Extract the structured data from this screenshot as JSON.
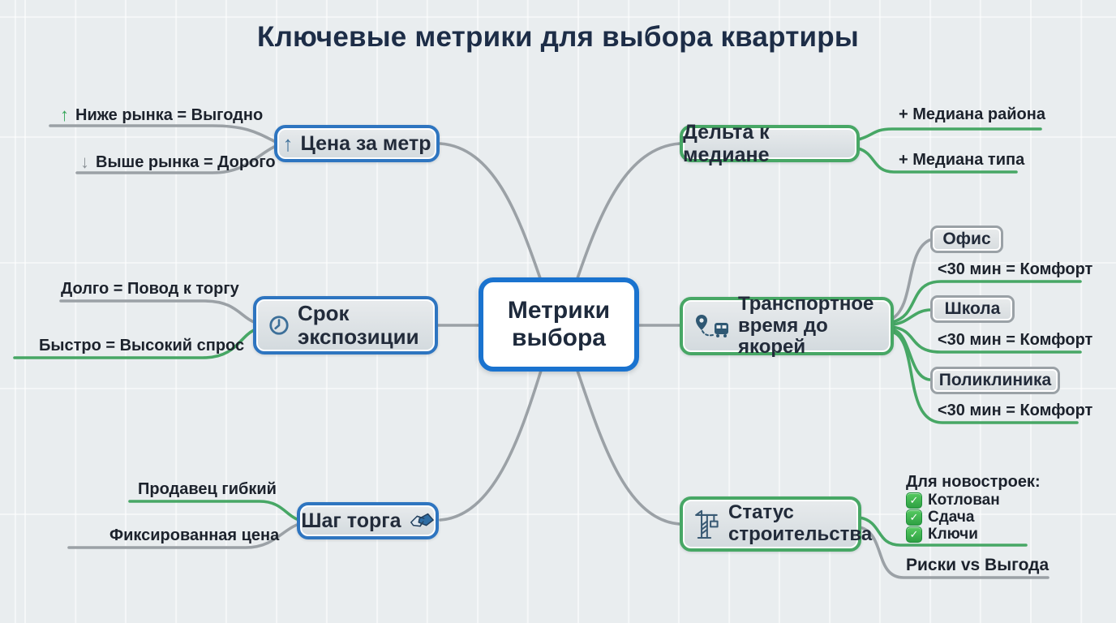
{
  "title": "Ключевые метрики для выбора квартиры",
  "center": {
    "label": "Метрики выбора"
  },
  "glyphs": {
    "check": "✓",
    "arrow_up": "↑",
    "arrow_down": "↓"
  },
  "colors": {
    "background": "#e9edef",
    "blue_border": "#2e75c0",
    "green_border": "#47a765",
    "gray_connector": "#9ba1a6",
    "green_connector": "#47a765",
    "title_text": "#1d2d47",
    "check_green": "#2ea043"
  },
  "branches": {
    "price": {
      "label": "Цена за метр",
      "icon": "arrow-up-icon",
      "leaves": [
        {
          "text": "Ниже рынка = Выгодно"
        },
        {
          "text": "Выше рынка = Дорого"
        }
      ]
    },
    "exposure": {
      "label": "Срок экспозиции",
      "icon": "clock-icon",
      "leaves": [
        {
          "text": "Долго = Повод к торгу"
        },
        {
          "text": "Быстро = Высокий спрос"
        }
      ]
    },
    "bargain": {
      "label": "Шаг торга",
      "icon": "handshake-icon",
      "leaves": [
        {
          "text": "Продавец гибкий"
        },
        {
          "text": "Фиксированная цена"
        }
      ]
    },
    "delta": {
      "label": "Дельта к медиане",
      "leaves": [
        {
          "text": "+ Медиана района"
        },
        {
          "text": "+ Медиана типа"
        }
      ]
    },
    "transport": {
      "label": "Транспортное время до якорей",
      "icon": "transit-icon",
      "anchors": [
        {
          "name": "Офис",
          "note": "<30 мин = Комфорт"
        },
        {
          "name": "Школа",
          "note": "<30 мин = Комфорт"
        },
        {
          "name": "Поликлиника",
          "note": "<30 мин = Комфорт"
        }
      ]
    },
    "construction": {
      "label": "Статус строительства",
      "icon": "crane-icon",
      "checklist_title": "Для новостроек:",
      "checklist": [
        {
          "text": "Котлован"
        },
        {
          "text": "Сдача"
        },
        {
          "text": "Ключи"
        }
      ],
      "extra": "Риски vs Выгода"
    }
  }
}
